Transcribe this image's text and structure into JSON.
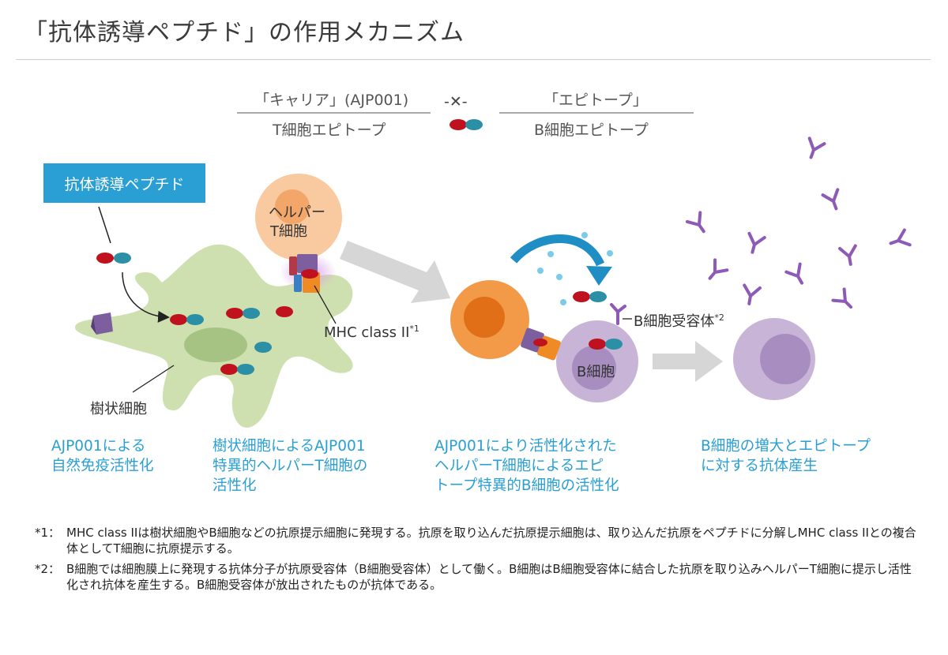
{
  "title": "「抗体誘導ペプチド」の作用メカニズム",
  "header": {
    "carrier_top": "「キャリア」(AJP001)",
    "carrier_bottom": "T細胞エピトープ",
    "cross": "-✕-",
    "epitope_top": "「エピトープ」",
    "epitope_bottom": "B細胞エピトープ"
  },
  "peptide_box": "抗体誘導ペプチド",
  "labels": {
    "helper_t_line1": "ヘルパー",
    "helper_t_line2": "T細胞",
    "mhc": "MHC class II",
    "mhc_sup": "*1",
    "dendritic": "樹状細胞",
    "b_receptor": "B細胞受容体",
    "b_receptor_sup": "*2",
    "b_cell": "B細胞"
  },
  "captions": {
    "step1": [
      "AJP001による",
      "自然免疫活性化"
    ],
    "step2": [
      "樹状細胞によるAJP001",
      "特異的ヘルパーT細胞の",
      "活性化"
    ],
    "step3": [
      "AJP001により活性化された",
      "ヘルパーT細胞によるエピ",
      "トープ特異的B細胞の活性化"
    ],
    "step4": [
      "B細胞の増大とエピトープ",
      "に対する抗体産生"
    ]
  },
  "notes": [
    {
      "mark": "*1：",
      "text": "MHC class IIは樹状細胞やB細胞などの抗原提示細胞に発現する。抗原を取り込んだ抗原提示細胞は、取り込んだ抗原をペプチドに分解しMHC class IIとの複合体としてT細胞に抗原提示する。"
    },
    {
      "mark": "*2：",
      "text": "B細胞では細胞膜上に発現する抗体分子が抗原受容体（B細胞受容体）として働く。B細胞はB細胞受容体に結合した抗原を取り込みヘルパーT細胞に提示し活性化され抗体を産生する。B細胞受容体が放出されたものが抗体である。"
    }
  ],
  "colors": {
    "caption_blue": "#2a9fd4",
    "peptide_red": "#c0121e",
    "peptide_teal": "#2b8fa6",
    "dendritic_green": "#cfe0b0",
    "helper_orange": "#f39a48",
    "b_cell_lavender": "#c7b4d6",
    "antibody_purple": "#8e5ab5",
    "arrow_gray": "#d6d6d6"
  }
}
